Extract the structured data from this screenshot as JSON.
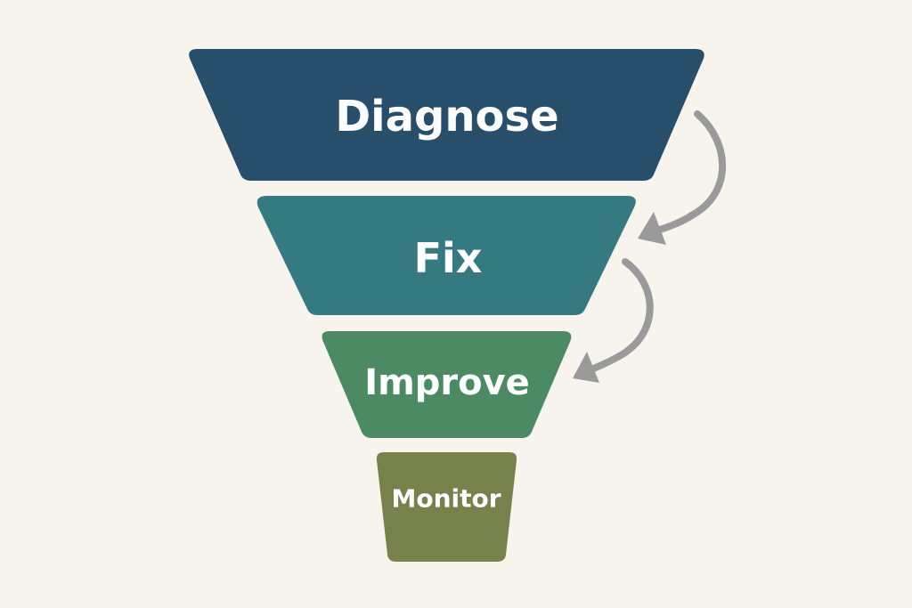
{
  "stages": [
    {
      "label": "Diagnose",
      "color": "#274f6b"
    },
    {
      "label": "Fix",
      "color": "#367a81"
    },
    {
      "label": "Improve",
      "color": "#4b8a63"
    },
    {
      "label": "Monitor",
      "color": "#76814b"
    }
  ],
  "arrow_color": "#9a9a9a",
  "background": "#f7f4ee"
}
